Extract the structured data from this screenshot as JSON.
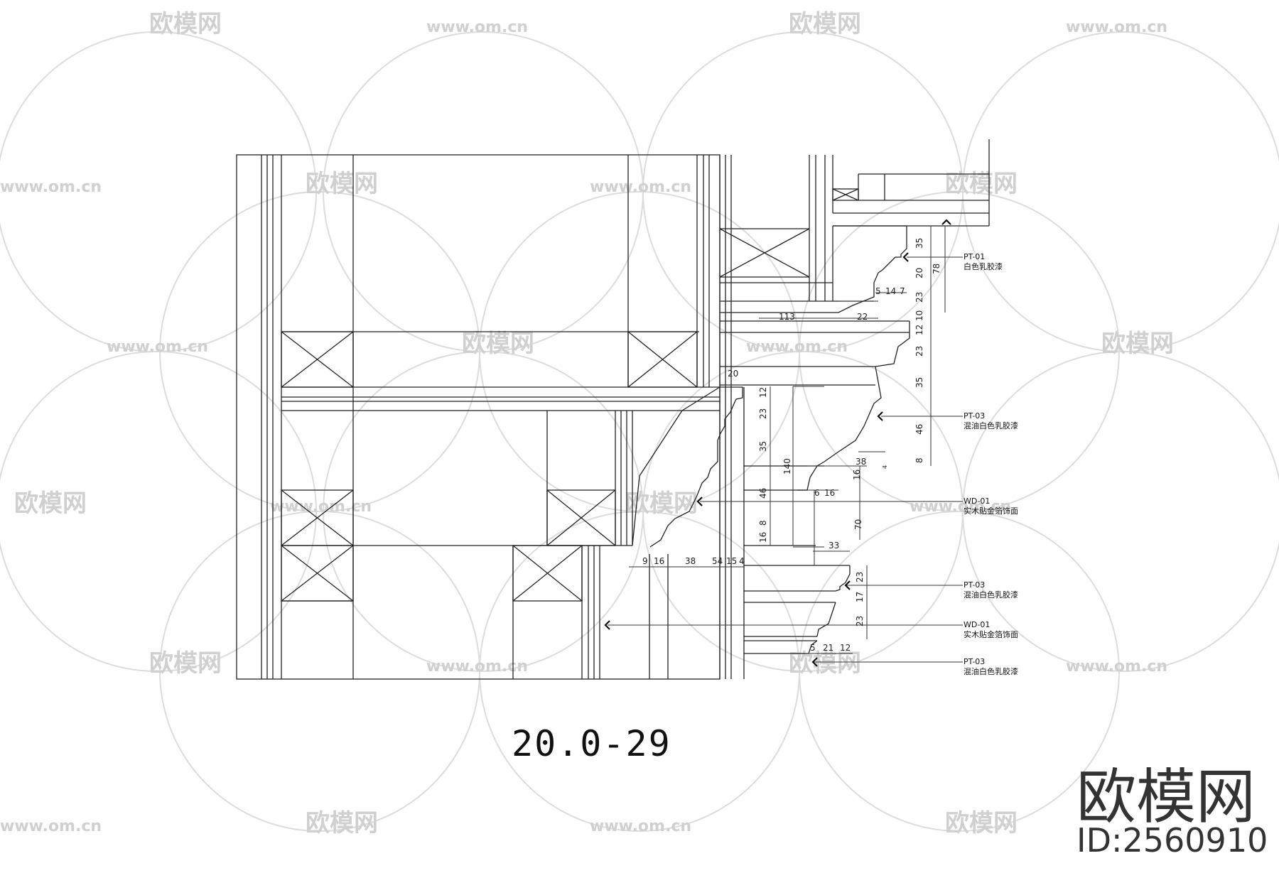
{
  "drawing_title": "20.0-29",
  "brand": {
    "name": "欧模网",
    "id": "ID:2560910"
  },
  "watermark": {
    "logo_text": "欧模网",
    "url_text": "www.om.cn",
    "color": "#d0d0d0"
  },
  "callouts": [
    {
      "code": "PT-01",
      "desc": "白色乳胶漆"
    },
    {
      "code": "PT-03",
      "desc": "混油白色乳胶漆"
    },
    {
      "code": "WD-01",
      "desc": "实木贴金箔饰面"
    },
    {
      "code": "PT-03",
      "desc": "混油白色乳胶漆"
    },
    {
      "code": "WD-01",
      "desc": "实木贴金箔饰面"
    },
    {
      "code": "PT-03",
      "desc": "混油白色乳胶漆"
    }
  ],
  "dims": {
    "top_right_vertical": [
      "35",
      "20",
      "23",
      "10",
      "12",
      "23",
      "35",
      "46",
      "8"
    ],
    "total_78": "78",
    "step_5": "5",
    "step_14": "14",
    "step_7": "7",
    "h113": "113",
    "h22": "22",
    "h20": "20",
    "left_vertical": [
      "12",
      "23",
      "35",
      "46",
      "8",
      "16"
    ],
    "total_140": "140",
    "h38": "38",
    "v16": "16",
    "v4": "4",
    "h6": "6",
    "h16": "16",
    "v70": "70",
    "h33": "33",
    "bottom_row": [
      "9",
      "16",
      "38",
      "54",
      "15",
      "4"
    ],
    "lower_vertical": [
      "23",
      "17",
      "23"
    ],
    "base_row": [
      "5",
      "21",
      "12"
    ]
  },
  "colors": {
    "line": "#222222",
    "light": "#555555"
  }
}
